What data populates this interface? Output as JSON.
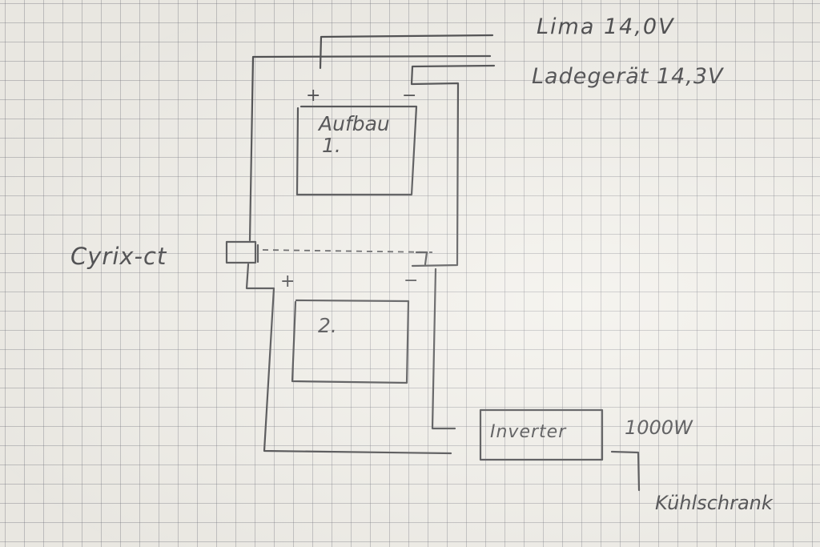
{
  "labels": {
    "lima": "Lima 14,0V",
    "ladegeraet": "Ladegerät 14,3V",
    "aufbau": "Aufbau",
    "battery1_number": "1.",
    "battery2_number": "2.",
    "cyrix": "Cyrix-ct",
    "inverter": "Inverter",
    "inverter_power": "1000W",
    "fridge": "Kühlschrank",
    "plus_1": "+",
    "minus_1": "−",
    "plus_2": "+",
    "minus_2": "−"
  }
}
